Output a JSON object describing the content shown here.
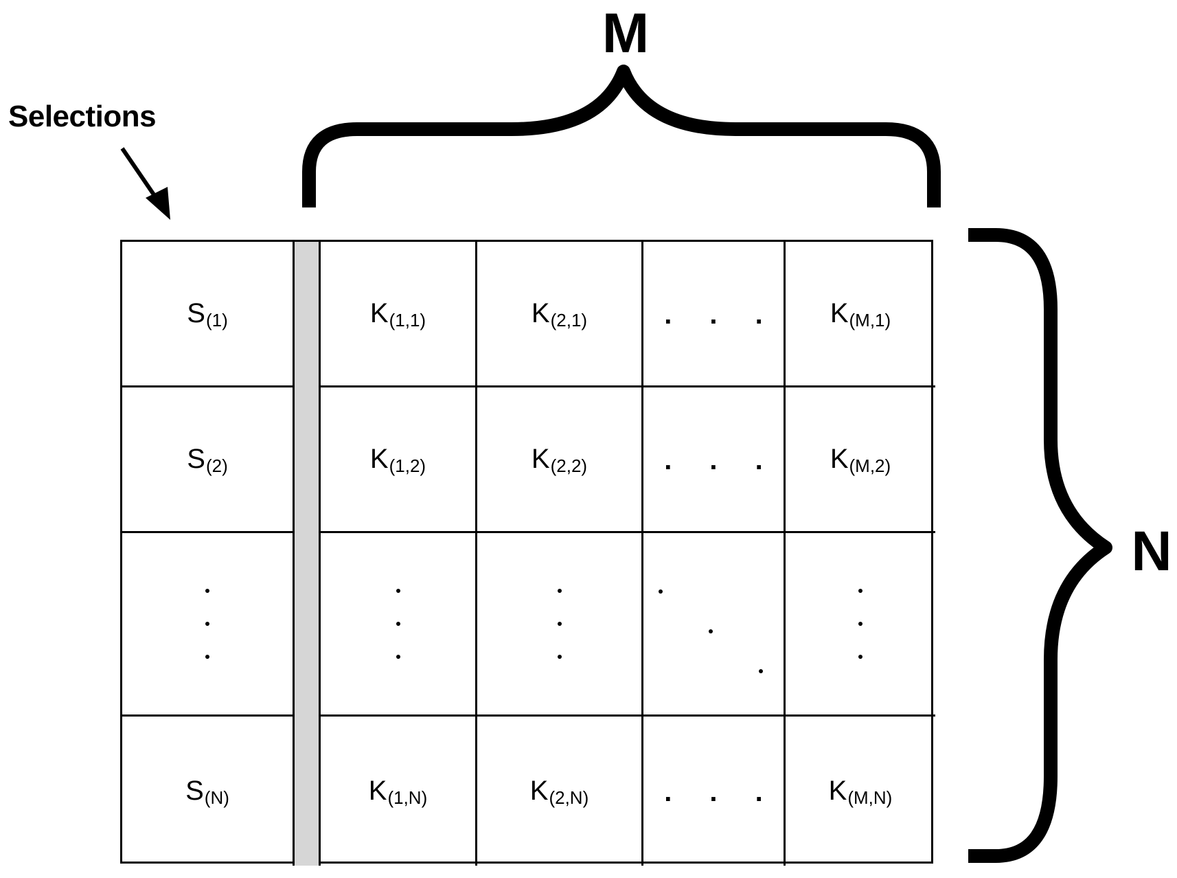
{
  "labels": {
    "top_brace": "M",
    "right_brace": "N",
    "selections": "Selections"
  },
  "matrix": {
    "gray_separator_color": "#d6d6d6",
    "rows": [
      {
        "selection": {
          "base": "S",
          "sub": "(1)"
        },
        "cells": [
          {
            "base": "K",
            "sub": "(1,1)"
          },
          {
            "base": "K",
            "sub": "(2,1)"
          },
          {
            "ellipsis": ". . ."
          },
          {
            "base": "K",
            "sub": "(M,1)"
          }
        ]
      },
      {
        "selection": {
          "base": "S",
          "sub": "(2)"
        },
        "cells": [
          {
            "base": "K",
            "sub": "(1,2)"
          },
          {
            "base": "K",
            "sub": "(2,2)"
          },
          {
            "ellipsis": ". . ."
          },
          {
            "base": "K",
            "sub": "(M,2)"
          }
        ]
      },
      {
        "selection": {
          "vertical_dots": true
        },
        "cells": [
          {
            "vertical_dots": true
          },
          {
            "vertical_dots": true
          },
          {
            "diagonal_dots": true
          },
          {
            "vertical_dots": true
          }
        ]
      },
      {
        "selection": {
          "base": "S",
          "sub": "(N)"
        },
        "cells": [
          {
            "base": "K",
            "sub": "(1,N)"
          },
          {
            "base": "K",
            "sub": "(2,N)"
          },
          {
            "ellipsis": ". . ."
          },
          {
            "base": "K",
            "sub": "(M,N)"
          }
        ]
      }
    ]
  }
}
